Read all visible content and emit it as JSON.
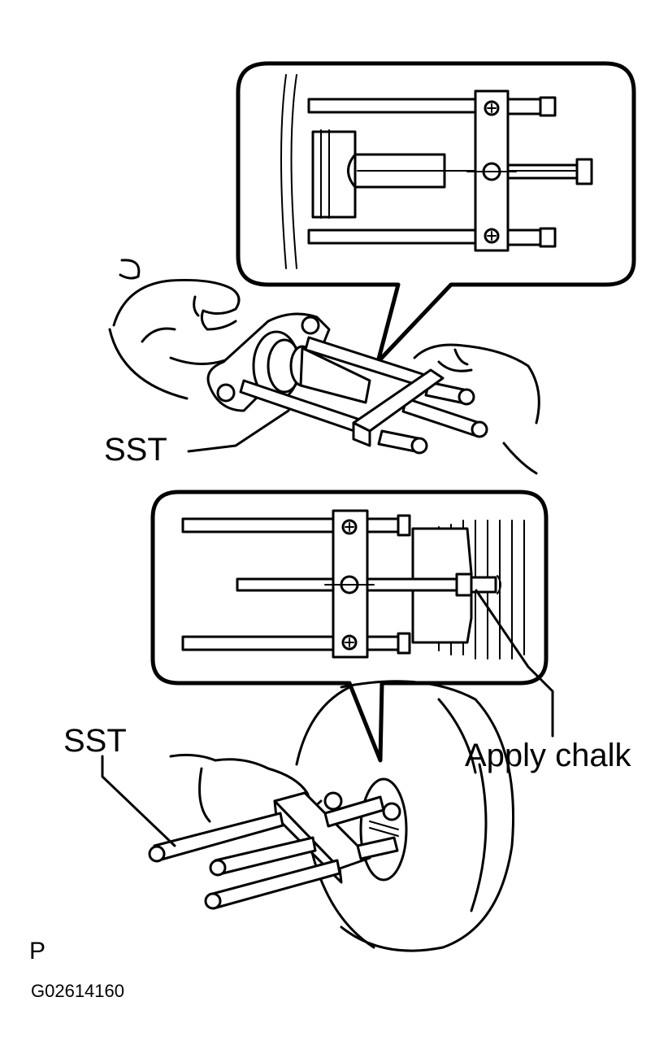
{
  "figure": {
    "labels": {
      "sst_top": "SST",
      "sst_bottom": "SST",
      "apply_chalk": "Apply chalk",
      "view_code": "P",
      "figure_id": "G02614160"
    }
  }
}
